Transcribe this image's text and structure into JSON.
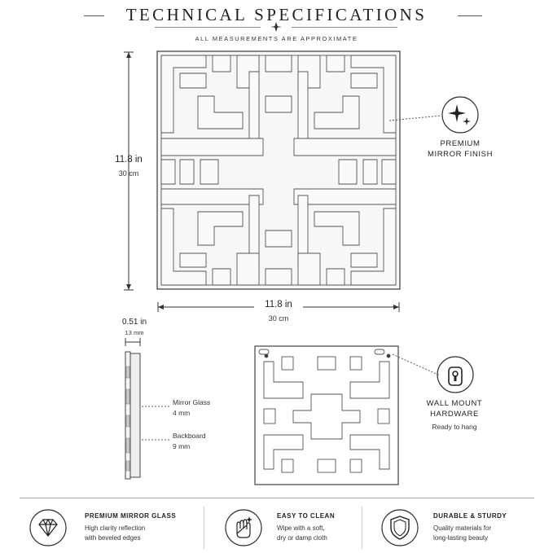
{
  "header": {
    "title": "TECHNICAL SPECIFICATIONS",
    "subtitle": "ALL MEASUREMENTS ARE APPROXIMATE"
  },
  "dimensions": {
    "height_in": "11.8 in",
    "height_cm": "30 cm",
    "width_in": "11.8 in",
    "width_cm": "30 cm",
    "depth_in": "0.51 in",
    "depth_mm": "13 mm"
  },
  "callouts": {
    "finish_line1": "PREMIUM",
    "finish_line2": "MIRROR FINISH",
    "mount_line1": "WALL MOUNT",
    "mount_line2": "HARDWARE",
    "mount_sub": "Ready to hang"
  },
  "side_labels": {
    "glass_title": "Mirror Glass",
    "glass_value": "4 mm",
    "board_title": "Backboard",
    "board_value": "9 mm"
  },
  "features": [
    {
      "title": "PREMIUM MIRROR GLASS",
      "line1": "High clarity reflection",
      "line2": "with beveled edges",
      "icon": "diamond-icon"
    },
    {
      "title": "EASY TO CLEAN",
      "line1": "Wipe with a soft,",
      "line2": "dry or damp cloth",
      "icon": "wipe-hand-icon"
    },
    {
      "title": "DURABLE & STURDY",
      "line1": "Quality materials for",
      "line2": "long-lasting beauty",
      "icon": "shield-icon"
    }
  ],
  "colors": {
    "line": "#444444",
    "mirror": "#f6f6f6",
    "text": "#222222"
  }
}
